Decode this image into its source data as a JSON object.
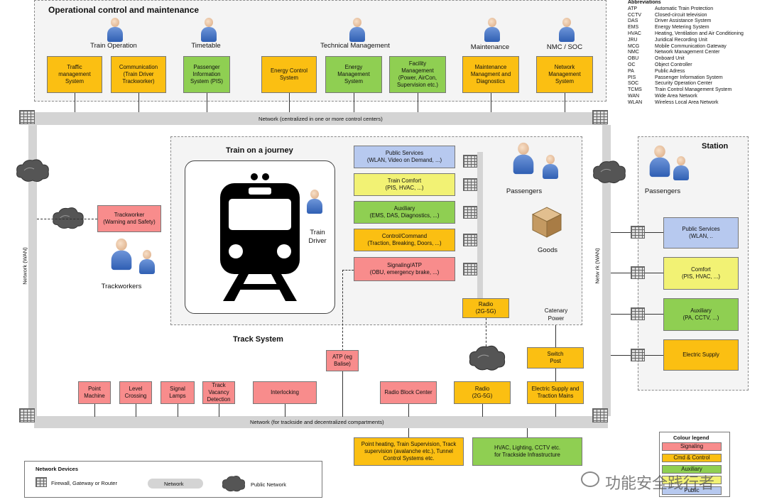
{
  "ops": {
    "title": "Operational control and maintenance",
    "groups": [
      "Train Operation",
      "Timetable",
      "Technical Management",
      "Maintenance",
      "NMC / SOC"
    ],
    "boxes": [
      "Traffic\nmanagement\nSystem",
      "Communication\n(Train Driver\nTrackworker)",
      "Passenger\nInformation\nSystem (PIS)",
      "Energy Control\nSystem",
      "Energy\nManagement\nSystem",
      "Facility\nManagement\n(Power, AirCon,\nSupervision etc.)",
      "Maintenance\nManagment and\nDiagnostics",
      "Network\nManagement\nSystem"
    ]
  },
  "network_top": "Network (centralized in one or more control centers)",
  "network_bottom": "Network (for trackside and decentralized compartments)",
  "wan_left": "Network (WAN)",
  "wan_right": "Netw   rk (WAN)",
  "train": {
    "title": "Train on a journey",
    "driver": "Train\nDriver",
    "passengers": "Passengers",
    "goods": "Goods",
    "systems": [
      "Public Services\n(WLAN, Video on Demand, ...)",
      "Train Comfort\n(PIS, HVAC, ...)",
      "Auxiliary\n(EMS, DAS, Diagnostics, ...)",
      "Control/Command\n(Traction, Breaking, Doors, ...)",
      "Signaling/ATP\n(OBU, emergency brake, ...)"
    ],
    "radio": "Radio\n(2G-5G)"
  },
  "catenary": "Catenary\nPower",
  "track_system": "Track System",
  "trackworker_box": "Trackworker\n(Warning and Safety)",
  "trackworkers": "Trackworkers",
  "trackside": {
    "atp": "ATP (eg\nBalise)",
    "boxes": [
      "Point\nMachine",
      "Level\nCrossing",
      "Signal\nLamps",
      "Track\nVacancy\nDetection",
      "Interlocking",
      "Radio Block Center",
      "Radio\n(2G-5G)",
      "Switch\nPost",
      "Electric Supply and\nTraction Mains"
    ],
    "bottom_orange": "Point heating, Train Supervision, Track\nsupervision (avalanche etc.), Tunnel\nControl Systems etc.",
    "bottom_green": "HVAC, Lighting, CCTV etc.\nfor Trackside Infrastructure"
  },
  "station": {
    "title": "Station",
    "passengers": "Passengers",
    "boxes": [
      "Public Services\n(WLAN, ..",
      "Comfort\n(PIS, HVAC, ...)",
      "Auxiliary\n(PA, CCTV, ...)",
      "Electric Supply"
    ]
  },
  "abbreviations": {
    "title": "Abbreviations",
    "rows": [
      [
        "ATP",
        "Automatic Train Protection"
      ],
      [
        "CCTV",
        "Closed-circuit television"
      ],
      [
        "DAS",
        "Driver Assistance System"
      ],
      [
        "EMS",
        "Energy Metering System"
      ],
      [
        "HVAC",
        "Heating, Ventilation and Air Conditioning"
      ],
      [
        "JRU",
        "Juridical Recording Unit"
      ],
      [
        "MCG",
        "Mobile Communication Gateway"
      ],
      [
        "NMC",
        "Network Management Center"
      ],
      [
        "OBU",
        "Onboard Unit"
      ],
      [
        "OC",
        "Object Controller"
      ],
      [
        "PA",
        "Public Adress"
      ],
      [
        "PIS",
        "Passenger Information System"
      ],
      [
        "SOC",
        "Security Operation Center"
      ],
      [
        "TCMS",
        "Train Control Management System"
      ],
      [
        "WAN",
        "Wide Area Network"
      ],
      [
        "WLAN",
        "Wireless Local Area Network"
      ]
    ]
  },
  "network_devices": {
    "title": "Network Devices",
    "firewall": "Firewall, Gateway or Router",
    "network": "Network",
    "public": "Public Network"
  },
  "colour_legend": {
    "title": "Colour legend",
    "items": [
      "Signaling",
      "Cmd & Control",
      "Auxiliary",
      "",
      "Public"
    ]
  },
  "watermark": "功能安全践行者",
  "colors": {
    "orange": "#fbbf12",
    "green": "#8fcf52",
    "red": "#f88c8c",
    "yellow": "#f2f274",
    "blue": "#b7c9ef"
  }
}
